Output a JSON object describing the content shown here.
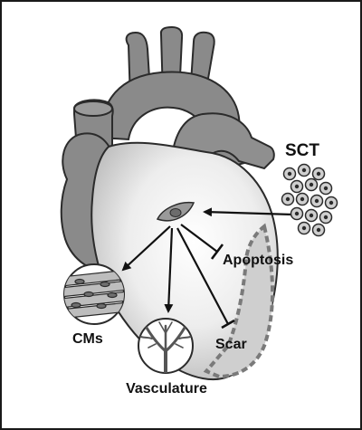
{
  "labels": {
    "source": "SCT",
    "apoptosis": "Apoptosis",
    "scar": "Scar",
    "cardiomyocytes": "CMs",
    "vasculature": "Vasculature"
  },
  "colors": {
    "outline": "#2b2b2b",
    "vessels": "#8a8a8a",
    "heart_light": "#f4f4f4",
    "heart_mid": "#c8c8c8",
    "infarct_fill": "#cfcfcf",
    "infarct_border": "#7a7a7a",
    "text": "#111111"
  },
  "icons": {
    "cell_cluster": "stem-cell-cluster-icon",
    "donor_cell": "transplanted-cell-icon",
    "cardiomyocytes": "cardiomyocyte-fibers-icon",
    "vessels": "vascular-tree-icon"
  }
}
